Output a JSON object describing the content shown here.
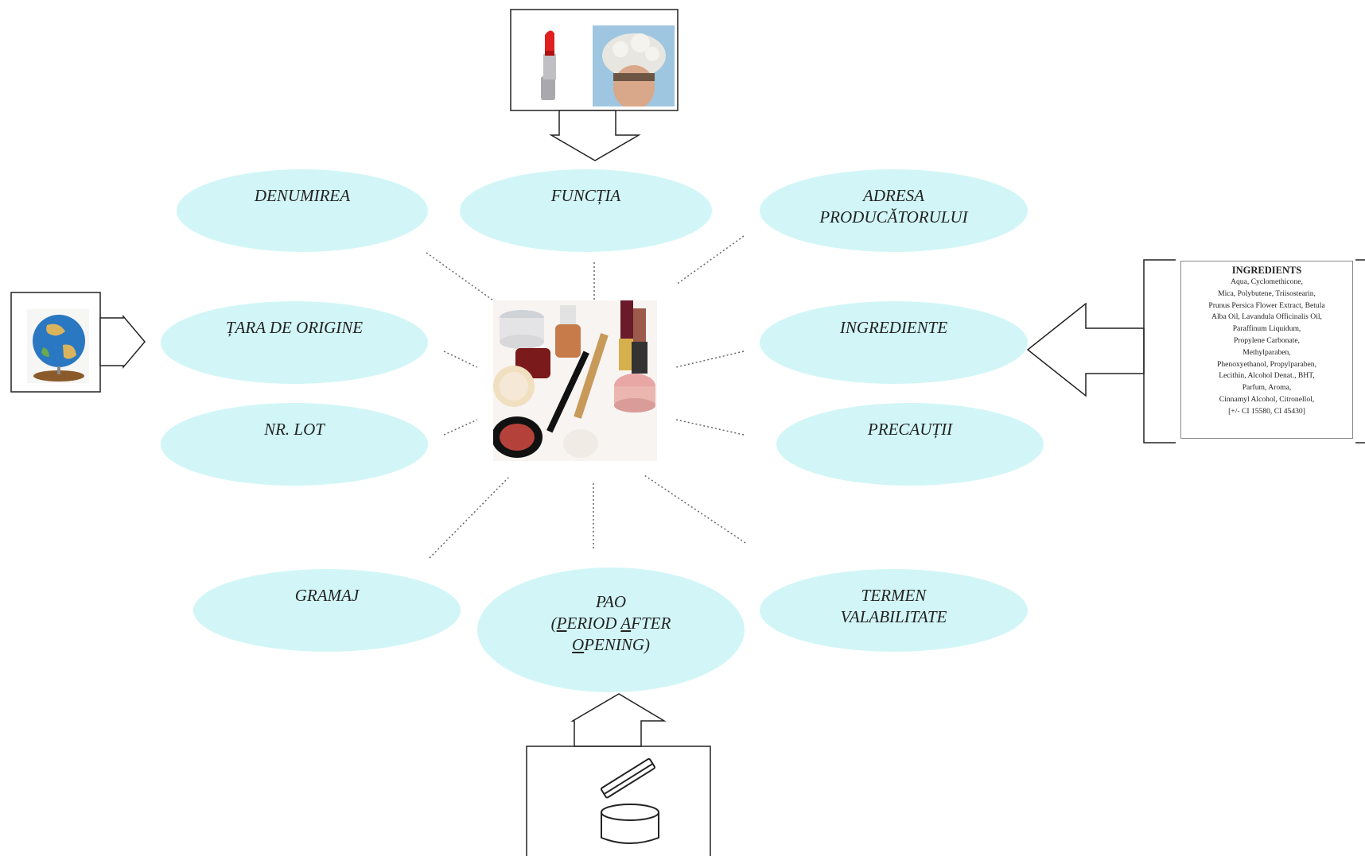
{
  "center_label": "",
  "nodes": {
    "denumirea": "DENUMIREA",
    "functia": "FUNCȚIA",
    "adresa_line1": "ADRESA",
    "adresa_line2": "PRODUCĂTORULUI",
    "tara": "ȚARA DE ORIGINE",
    "ingrediente": "INGREDIENTE",
    "nr_lot": "NR. LOT",
    "precautii": "PRECAUȚII",
    "gramaj": "GRAMAJ",
    "pao_line1": "PAO",
    "pao_open_paren": "(",
    "pao_P": "P",
    "pao_eriod": "ERIOD ",
    "pao_A": "A",
    "pao_fter": "FTER",
    "pao_O": "O",
    "pao_pening": "PENING)",
    "termen_line1": "TERMEN",
    "termen_line2": "VALABILITATE"
  },
  "ingredients_label": {
    "title": "INGREDIENTS",
    "lines": [
      "Aqua, Cyclomethicone,",
      "Mica, Polybutene, Triisostearin,",
      "Prunus Persica Flower Extract, Betula",
      "Alba Oil, Lavandula Officinalis Oil,",
      "Paraffinum Liquidum,",
      "Propylene Carbonate,",
      "Methylparaben,",
      "Phenoxyethanol, Propylparaben,",
      "Lecithin, Alcohol Denat., BHT,",
      "Parfum, Aroma,",
      "Cinnamyl Alcohol, Citronellol,",
      "[+/- CI 15580, CI 45430]"
    ]
  },
  "pictures": [
    "lipstick",
    "hair-washing",
    "globe",
    "cosmetics-collection",
    "open-jar"
  ],
  "colors": {
    "ellipse_fill": "#d2f6f7",
    "line": "#555555",
    "arrow_stroke": "#222222"
  }
}
